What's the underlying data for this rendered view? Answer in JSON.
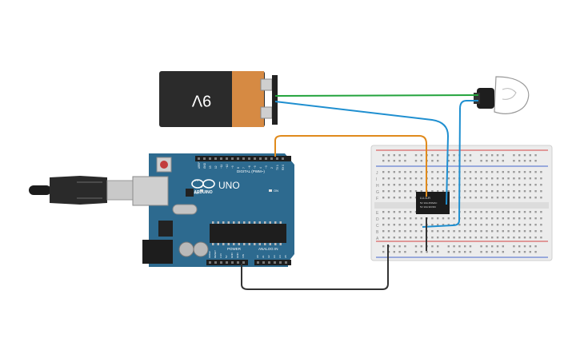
{
  "battery": {
    "label": "9V"
  },
  "arduino": {
    "logo": "ARDUINO",
    "model": "UNO",
    "on_label": "ON",
    "tx_label": "TX",
    "rx_label": "RX",
    "l_label": "L",
    "digital_header": "DIGITAL (PWM~)",
    "power_header": "POWER",
    "analog_header": "ANALOG IN",
    "power_pins": [
      "IOREF",
      "RESET",
      "3.3V",
      "5V",
      "GND",
      "GND",
      "VIN"
    ],
    "analog_pins": [
      "A0",
      "A1",
      "A2",
      "A3",
      "A4",
      "A5"
    ],
    "digital_pins": [
      "AREF",
      "GND",
      "13",
      "12",
      "~11",
      "~10",
      "~9",
      "8",
      "7",
      "~6",
      "~5",
      "4",
      "~3",
      "2",
      "TX 1",
      "RX 0"
    ]
  },
  "relay": {
    "line1": "LU-5-R",
    "line2": "5V 10A 250VAC",
    "line3": "5V 10A 30VDC"
  },
  "breadboard": {
    "row_letters_top": [
      "J",
      "I",
      "H",
      "G",
      "F"
    ],
    "row_letters_bottom": [
      "E",
      "D",
      "C",
      "B",
      "A"
    ],
    "column_count": 30
  },
  "colors": {
    "arduino_board": "#2d6a8f",
    "battery_body": "#2b2b2b",
    "battery_label": "#d68a43",
    "wire_green": "#22a33c",
    "wire_blue": "#1f8fd0",
    "wire_orange": "#e08a1c",
    "wire_black": "#333333",
    "breadboard": "#ececec",
    "rail_red": "#d44444",
    "rail_blue": "#4466cc"
  }
}
